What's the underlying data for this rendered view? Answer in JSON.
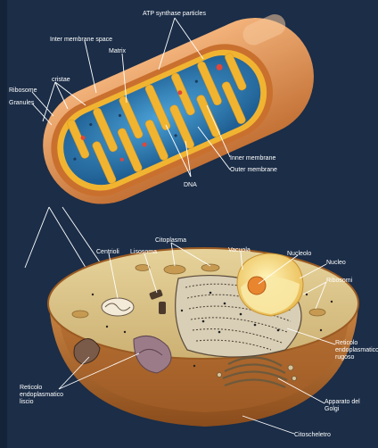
{
  "mitochondrion": {
    "labels": {
      "atp": "ATP synthase particles",
      "intermembrane_space": "Inter membrane space",
      "matrix": "Matrix",
      "cristae": "cristae",
      "ribosome": "Ribosome",
      "granules": "Granules",
      "inner_membrane": "Inner membrane",
      "outer_membrane": "Outer membrane",
      "dna": "DNA"
    }
  },
  "cell": {
    "labels": {
      "centrioli": "Centrioli",
      "lisosoma": "Lisosoma",
      "citoplasma": "Citoplasma",
      "vacuola": "Vacuola",
      "nucleolo": "Nucleolo",
      "nucleo": "Nucleo",
      "ribosomi": "Ribosomi",
      "reticolo_rugoso": "Reticolo endoplasmatico rugoso",
      "reticolo_liscio": "Reticolo endoplasmatico liscio",
      "golgi": "Apparato del Golgi",
      "citoscheletro": "Citoscheletro"
    }
  },
  "colors": {
    "background": "#1b2d47",
    "membrane_outer": "#d9894a",
    "matrix": "#2f7fb8",
    "cristae": "#f1b431",
    "cytoplasm": "#d9c287",
    "cell_wall": "#b8702f",
    "nucleus": "#f6e08a"
  }
}
